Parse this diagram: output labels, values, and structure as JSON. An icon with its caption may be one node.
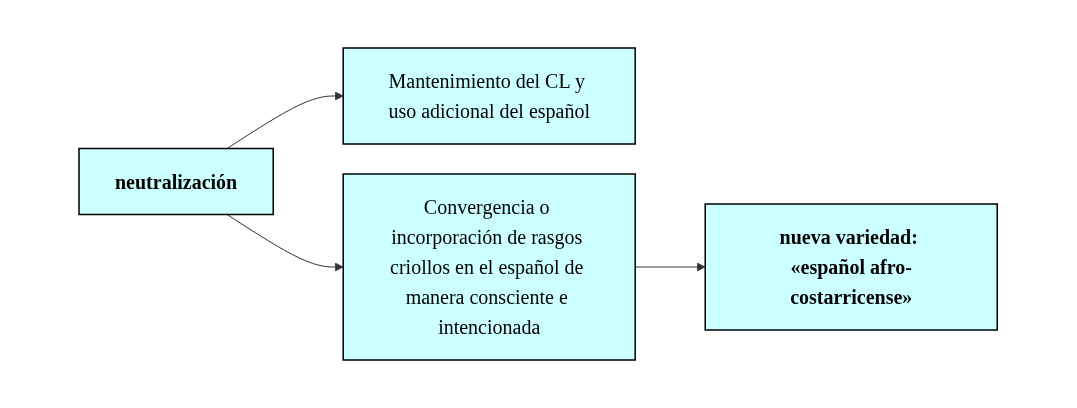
{
  "diagram": {
    "nodes": [
      {
        "text": [
          "neutralización"
        ]
      },
      {
        "text": [
          "Mantenimiento del CL y uso adicional del español"
        ]
      },
      {
        "text": [
          "Convergencia o incorporación de rasgos criollos en el español de manera consciente e intencionada"
        ]
      },
      {
        "text": [
          "nueva variedad: «español afro-costarricense»"
        ]
      }
    ],
    "edges": [
      {
        "from": 0,
        "to": 1,
        "arrow": "to"
      },
      {
        "from": 0,
        "to": 2,
        "arrow": "to"
      },
      {
        "from": 2,
        "to": 3,
        "arrow": "to"
      }
    ]
  }
}
